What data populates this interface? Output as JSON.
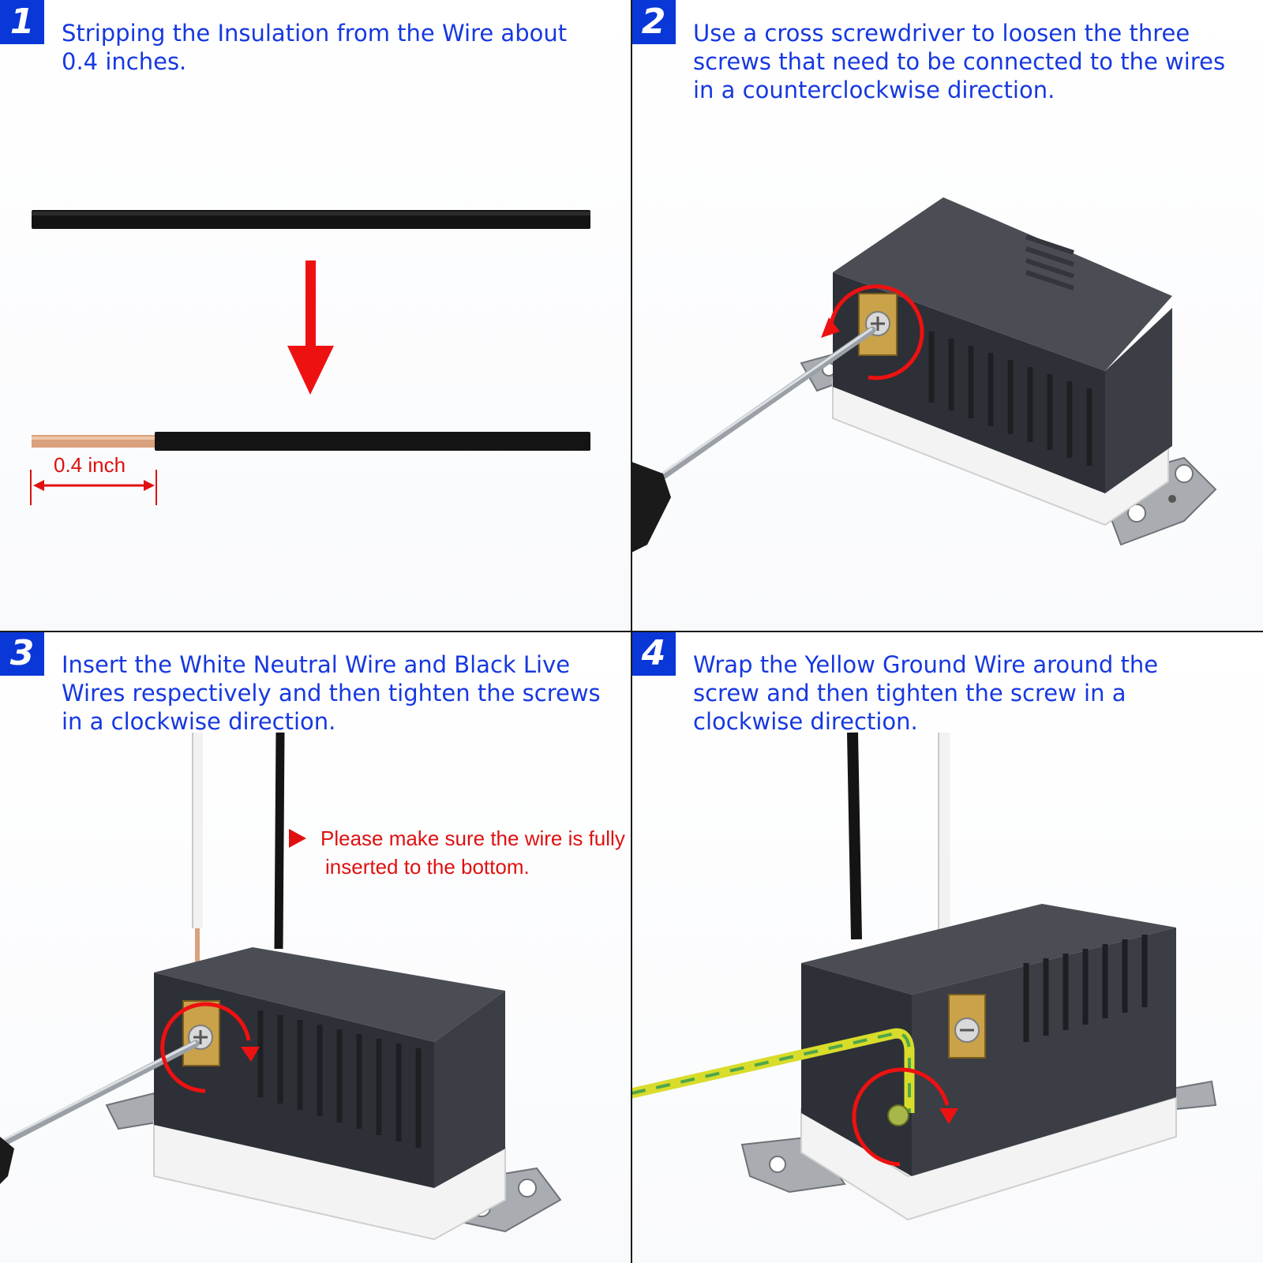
{
  "steps": [
    {
      "number": "1",
      "text": "Stripping the Insulation from the Wire about\n0.4 inches."
    },
    {
      "number": "2",
      "text": "Use a cross screwdriver to loosen the three\nscrews that need to be connected to the wires\nin a counterclockwise direction."
    },
    {
      "number": "3",
      "text": "Insert the White Neutral Wire and Black Live\nWires respectively and then tighten the screws\nin a clockwise direction."
    },
    {
      "number": "4",
      "text": "Wrap the Yellow Ground Wire around the\nscrew and then tighten the screw in a\nclockwise direction."
    }
  ],
  "measurement": {
    "label": "0.4 inch"
  },
  "notice": {
    "line1": "Please make sure the wire is fully",
    "line2": "inserted to the bottom."
  },
  "colors": {
    "badge": "#0a37d8",
    "instruction_text": "#1638e0",
    "annotation_red": "#e01010",
    "wire_black": "#141414",
    "copper": "#d9a17d",
    "device_body": "#3b3e45",
    "ground_wire_yellow": "#d8dc2a",
    "ground_wire_green": "#4fa64a"
  },
  "icons": [
    "down-arrow-icon",
    "counterclockwise-arrow-icon",
    "clockwise-arrow-icon",
    "triangle-bullet-icon"
  ]
}
